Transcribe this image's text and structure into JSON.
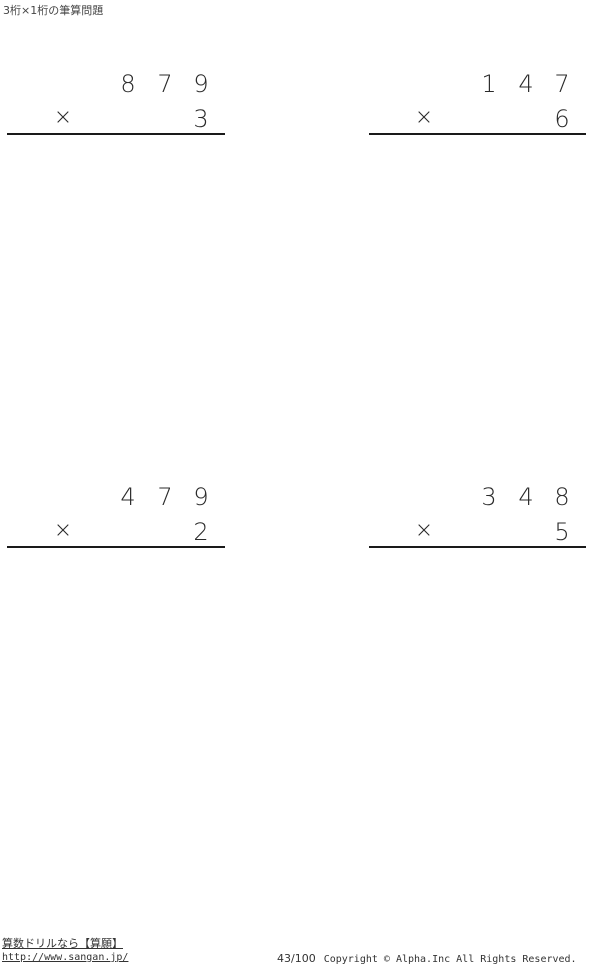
{
  "header": {
    "title": "3桁×1桁の筆算問題"
  },
  "problems": [
    {
      "multiplicand_digits": [
        "8",
        "7",
        "9"
      ],
      "operator": "×",
      "multiplier": "3"
    },
    {
      "multiplicand_digits": [
        "1",
        "4",
        "7"
      ],
      "operator": "×",
      "multiplier": "6"
    },
    {
      "multiplicand_digits": [
        "4",
        "7",
        "9"
      ],
      "operator": "×",
      "multiplier": "2"
    },
    {
      "multiplicand_digits": [
        "3",
        "4",
        "8"
      ],
      "operator": "×",
      "multiplier": "5"
    }
  ],
  "footer": {
    "site_link": "算数ドリルなら【算願】",
    "site_url": "http://www.sangan.jp/",
    "page_number": "43/100",
    "copyright": "Copyright © Alpha.Inc All Rights Reserved."
  }
}
